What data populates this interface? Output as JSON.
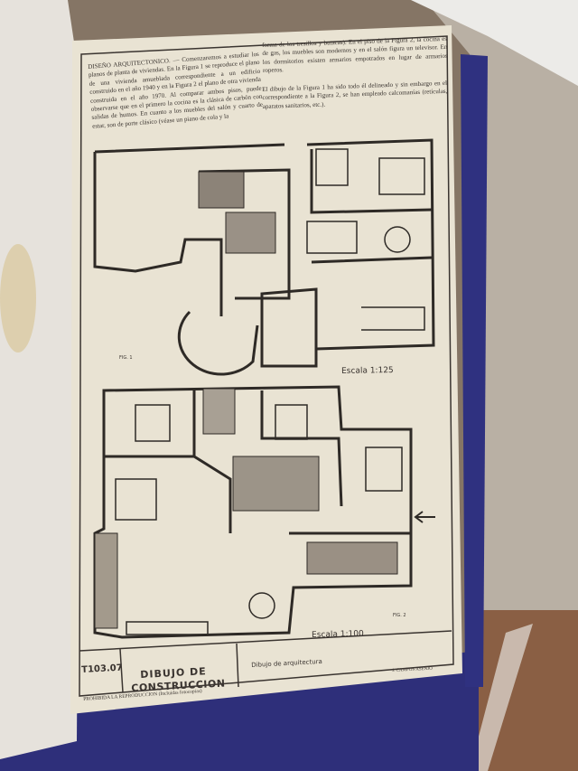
{
  "page": {
    "column_left": "DISEÑO ARQUITECTONICO. — Comenzaremos a estudiar los planos de planta de viviendas. En la Figura 1 se reproduce el plano de una vivienda amueblada correspondiente a un edificio construido en el año 1940 y en la Figura 2 el plano de otra vivienda construida en el año 1970. Al comparar ambos pisos, puede observarse que en el primero la cocina es la clásica de carbón con salidas de humos. En cuanto a los muebles del salón y cuarto de estar, son de porte clásico (véase un piano de cola y la",
    "column_right_p1": "forma de los tresillos y butacas). En el piso de la Figura 2, la cocina es de gas, los muebles son modernos y en el salón figura un televisor. En los dormitorios existen armarios empotrados en lugar de armarios roperos.",
    "column_right_p2": "El dibujo de la Figura 1 ha sido todo él delineado y sin embargo en el correspondiente a la Figura 2, se han empleado calcomanías (retículas, aparatos sanitarios, etc.).",
    "fig1_label": "FIG. 1",
    "fig1_scale": "Escala 1:125",
    "fig2_label": "FIG. 2",
    "fig2_scale": "Escala 1:100",
    "footer": {
      "code": "T103.07",
      "title_line1": "DIBUJO DE",
      "title_line2": "CONSTRUCCION",
      "subject": "Dibujo de arquitectura",
      "author": "J. CAMPOS ASENJO",
      "notice": "PROHIBIDA LA REPRODUCCION (Incluidas fotocopias)"
    }
  },
  "colors": {
    "paper": "#e9e3d3",
    "ink": "#3a3430",
    "binding": "#2e2f7a",
    "wood": "#8c6a50",
    "left_page": "#e6e2dc"
  }
}
